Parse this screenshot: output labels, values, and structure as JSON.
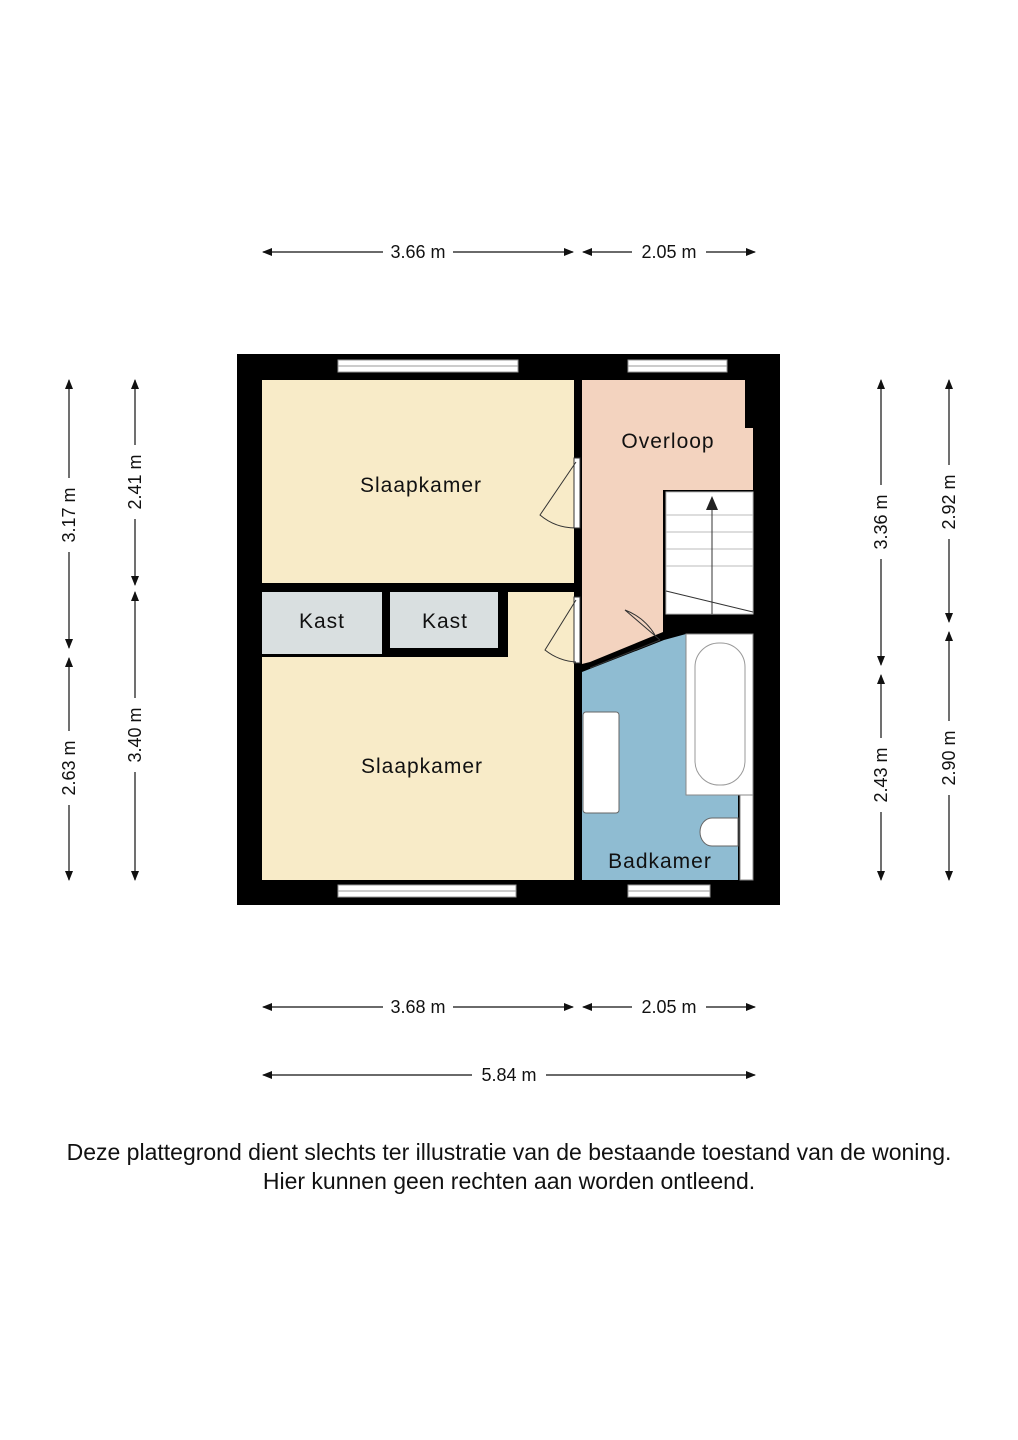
{
  "rooms": {
    "bedroom_top": "Slaapkamer",
    "bedroom_bottom": "Slaapkamer",
    "closet_1": "Kast",
    "closet_2": "Kast",
    "landing": "Overloop",
    "bathroom": "Badkamer"
  },
  "dimensions": {
    "top_left": "3.66 m",
    "top_right": "2.05 m",
    "bottom_left": "3.68 m",
    "bottom_right": "2.05 m",
    "bottom_total": "5.84 m",
    "left_outer_top": "3.17 m",
    "left_outer_bottom": "2.63 m",
    "left_inner_top": "2.41 m",
    "left_inner_bottom": "3.40 m",
    "right_inner_top": "3.36 m",
    "right_inner_bottom": "2.43 m",
    "right_outer_top": "2.92 m",
    "right_outer_bottom": "2.90 m"
  },
  "colors": {
    "bedroom": "#f8ebc8",
    "landing": "#f3d3bf",
    "bathroom": "#8fbcd2",
    "closet": "#d9dfe0",
    "wall": "#000000"
  },
  "footer": {
    "line1": "Deze plattegrond dient slechts ter illustratie van de bestaande toestand van de woning.",
    "line2": "Hier kunnen geen rechten aan worden ontleend."
  }
}
